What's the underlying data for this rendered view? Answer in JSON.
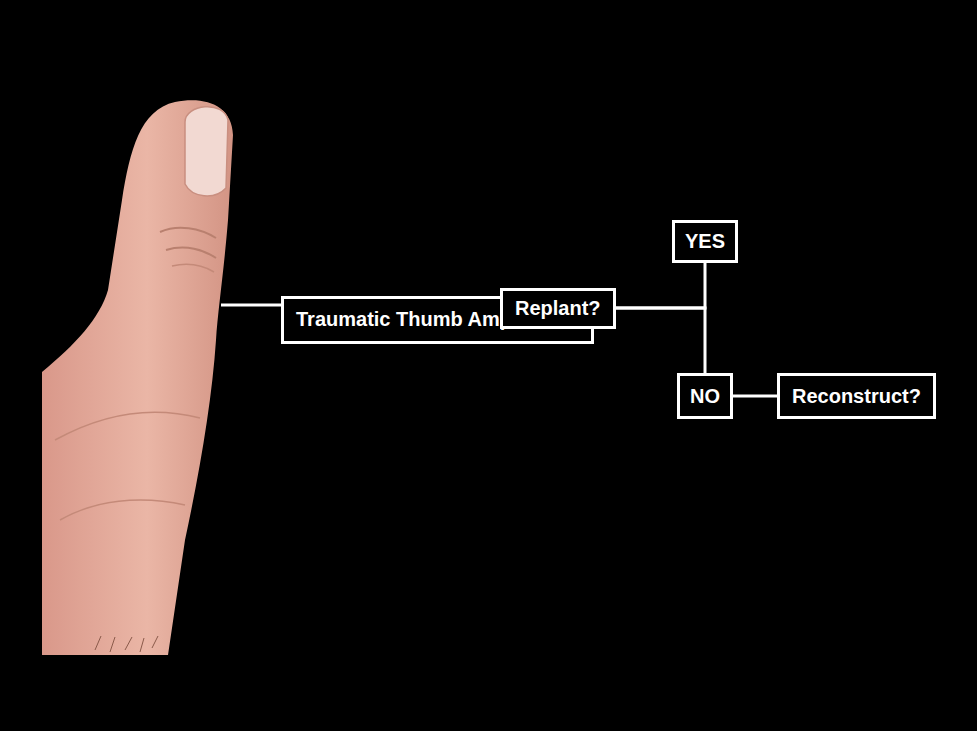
{
  "diagram": {
    "nodes": [
      {
        "text": [
          "Traumatic Thumb Amputation"
        ]
      },
      {
        "text": [
          "Replant?"
        ]
      },
      {
        "text": [
          "YES"
        ]
      },
      {
        "text": [
          "NO"
        ]
      },
      {
        "text": [
          "Reconstruct?"
        ]
      }
    ],
    "edges": [
      {
        "from": 0,
        "to": 1,
        "arrow": "none"
      },
      {
        "from": 1,
        "to": 2,
        "arrow": "none"
      },
      {
        "from": 1,
        "to": 3,
        "arrow": "none"
      },
      {
        "from": 3,
        "to": 4,
        "arrow": "none"
      }
    ]
  }
}
